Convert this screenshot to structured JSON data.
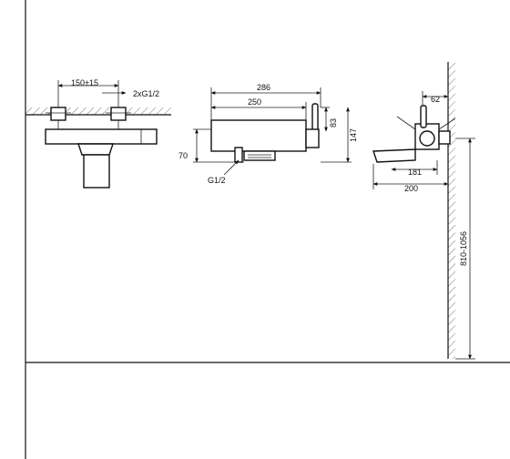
{
  "drawing": {
    "front_view": {
      "centers_dim": "150±15",
      "connection_dim": "2xG1/2"
    },
    "side_view": {
      "overall_width_dim": "286",
      "body_width_dim": "250",
      "lever_height_dim": "83",
      "total_height_dim": "147",
      "outlet_height_dim": "70",
      "outlet_thread": "G1/2"
    },
    "top_view": {
      "lever_offset_dim": "62",
      "spout_reach_dim": "181",
      "total_depth_dim": "200",
      "mounting_height_dim": "810-1056"
    },
    "colors": {
      "line": "#111111",
      "background": "#ffffff"
    }
  }
}
